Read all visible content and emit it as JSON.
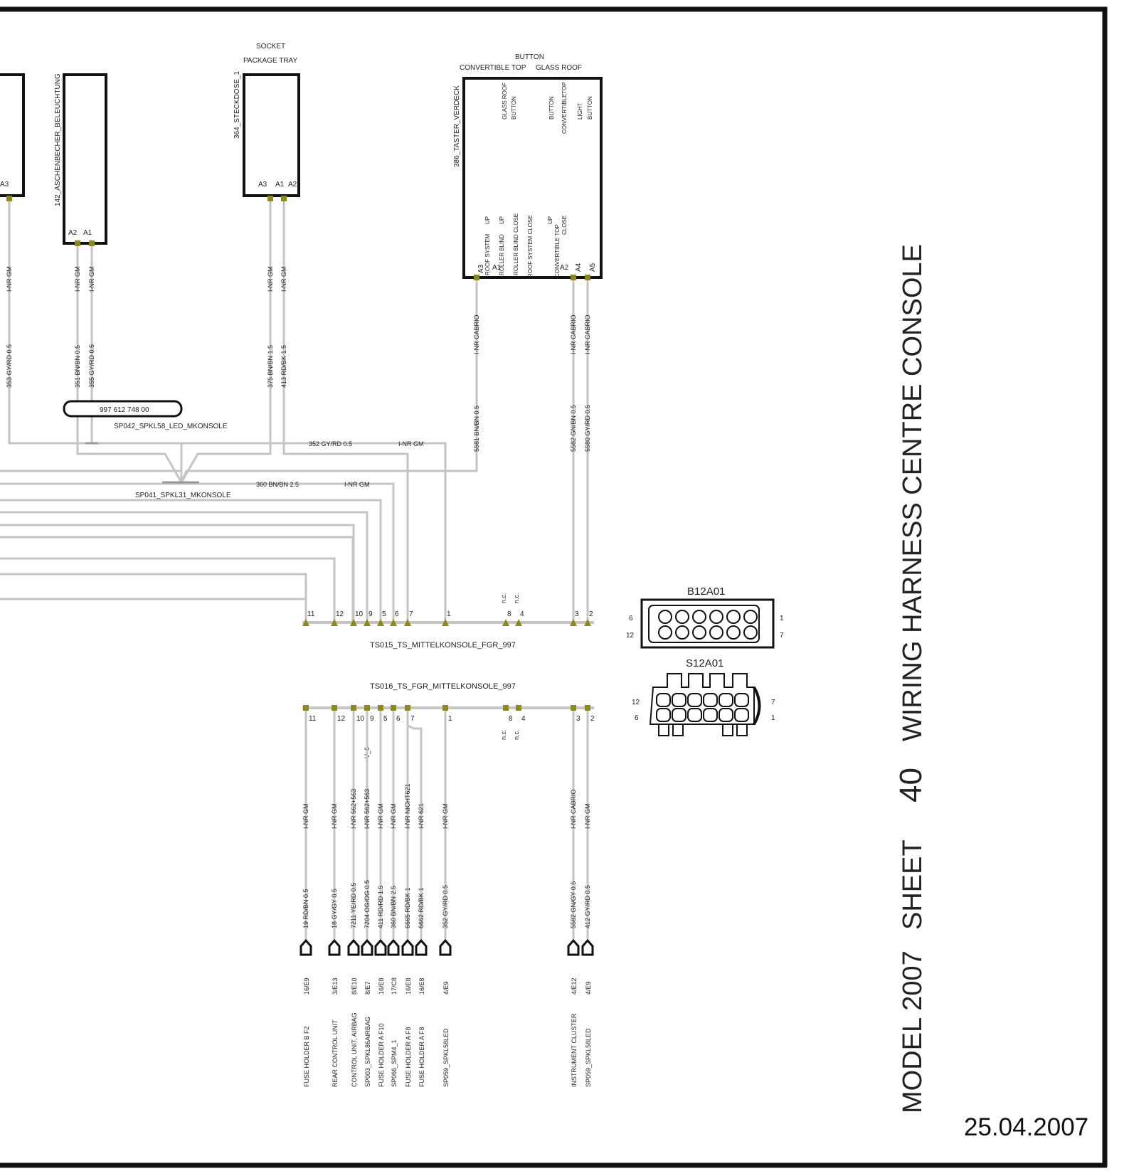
{
  "title": {
    "model": "MODEL 2007",
    "sheet_label": "SHEET",
    "sheet_number": "40",
    "heading": "WIRING HARNESS CENTRE CONSOLE",
    "date": "25.04.2007"
  },
  "components": {
    "left_partial": {
      "pin": "A3"
    },
    "ashtray": {
      "name": "142_ASCHENBECHER_BELEUCHTUNG",
      "pins": [
        "A2",
        "A1"
      ]
    },
    "socket": {
      "label1": "SOCKET",
      "label2": "PACKAGE TRAY",
      "name": "364_STECKDOSE_1",
      "pins": [
        "A3",
        "A1",
        "A2"
      ]
    },
    "button": {
      "label1": "BUTTON",
      "label2": "CONVERTIBLE TOP",
      "label3": "GLASS ROOF",
      "name": "386_TASTER_VERDECK",
      "internal": [
        "GLASS ROOF",
        "BUTTON",
        "BUTTON",
        "CONVERTIBLETOP",
        "LIGHT",
        "BUTTON",
        "ROOF SYSTEM",
        "UP",
        "ROLLER BLIND",
        "UP",
        "ROLLER BLIND CLOSE",
        "ROOF SYSTEM CLOSE",
        "CONVERTIBLE TOP",
        "UP",
        "CLOSE"
      ],
      "pins": [
        "A3",
        "A1",
        "A2",
        "A4",
        "A5"
      ]
    }
  },
  "wires_upper": [
    {
      "id": "l353",
      "top": "I-NR GM",
      "bottom": "353 GY/RD 0.5"
    },
    {
      "id": "l351",
      "top": "I-NR GM",
      "bottom": "351 BN/BN 0.5"
    },
    {
      "id": "l355",
      "top": "I-NR GM",
      "bottom": "355 GY/RD 0.5"
    },
    {
      "id": "l375",
      "top": "I-NR GM",
      "bottom": "375 BN/BN 1.5"
    },
    {
      "id": "l413",
      "top": "I-NR GM",
      "bottom": "413 RD/BK 1.5"
    },
    {
      "id": "l5581",
      "top": "I-NR CABRIO",
      "bottom": "5581 BN/BN 0.5"
    },
    {
      "id": "l5582",
      "top": "I-NR CABRIO",
      "bottom": "5582 GN/BN 0.5"
    },
    {
      "id": "l5580",
      "top": "I-NR CABRIO",
      "bottom": "5580 GY/RD 0.5"
    }
  ],
  "horizontal_labels": {
    "h352": "352 GY/RD 0.5",
    "h352b": "I-NR GM",
    "h360": "360 BN/BN 2.5",
    "h360b": "I-NR GM"
  },
  "splices": {
    "sp042": {
      "part": "997 612 748 00",
      "name": "SP042_SPKL58_LED_MKONSOLE"
    },
    "sp041": {
      "name": "SP041_SPKL31_MKONSOLE"
    }
  },
  "connectors": {
    "ts015": {
      "name": "TS015_TS_MITTELKONSOLE_FGR_997",
      "pins": [
        "11",
        "12",
        "10",
        "9",
        "5",
        "6",
        "7",
        "1",
        "8",
        "4",
        "3",
        "2"
      ],
      "nc": [
        "n.c.",
        "n.c."
      ]
    },
    "ts016": {
      "name": "TS016_TS_FGR_MITTELKONSOLE_997",
      "pins": [
        "11",
        "12",
        "10",
        "9",
        "5",
        "6",
        "7",
        "1",
        "8",
        "4",
        "3",
        "2"
      ],
      "nc": [
        "n.c.",
        "n.c."
      ]
    },
    "v6": "V_6"
  },
  "housings": {
    "b12a01": {
      "name": "B12A01",
      "pins": [
        "6",
        "12",
        "1",
        "7"
      ]
    },
    "s12a01": {
      "name": "S12A01",
      "pins": [
        "12",
        "6",
        "7",
        "1"
      ]
    }
  },
  "wires_lower": [
    {
      "type": "I-NR GM",
      "wire": "19 RD/BN 0.5",
      "ref": "16/E9",
      "dest": "FUSE HOLDER B   F2"
    },
    {
      "type": "I-NR GM",
      "wire": "18 GY/GY 0.5",
      "ref": "3/E13",
      "dest": "REAR CONTROL UNIT"
    },
    {
      "type": "I-NR 562+563",
      "wire": "7211 YE/RD 0.5",
      "ref": "8/E10",
      "dest": "CONTROL UNIT, AIRBAG"
    },
    {
      "type": "I-NR 562+563",
      "wire": "7204 OG/OG 0.5",
      "ref": "8/E7",
      "dest": "SP003_SPKL86AIRBAG"
    },
    {
      "type": "I-NR GM",
      "wire": "411 RD/RD 1.5",
      "ref": "16/E8",
      "dest": "FUSE HOLDER A   F10"
    },
    {
      "type": "I-NR GM",
      "wire": "360 BN/BN 2.5",
      "ref": "17/C8",
      "dest": "SP066_SPM4_1"
    },
    {
      "type": "I-NR NICHT621",
      "wire": "6665 RD/BK 1",
      "ref": "16/E8",
      "dest": "FUSE HOLDER A   F8"
    },
    {
      "type": "I-NR 621",
      "wire": "6662 RD/BK 1",
      "ref": "16/E8",
      "dest": "FUSE HOLDER A   F8"
    },
    {
      "type": "I-NR GM",
      "wire": "352 GY/RD 0.5",
      "ref": "4/E9",
      "dest": "SP059_SPKL58LED"
    },
    {
      "type": "I-NR CABRIO",
      "wire": "5582 GN/GY 0.5",
      "ref": "4/E12",
      "dest": "INSTRUMENT CLUSTER"
    },
    {
      "type": "I-NR GM",
      "wire": "412 GY/RD 0.5",
      "ref": "4/E9",
      "dest": "SP059_SPKL58LED"
    }
  ]
}
